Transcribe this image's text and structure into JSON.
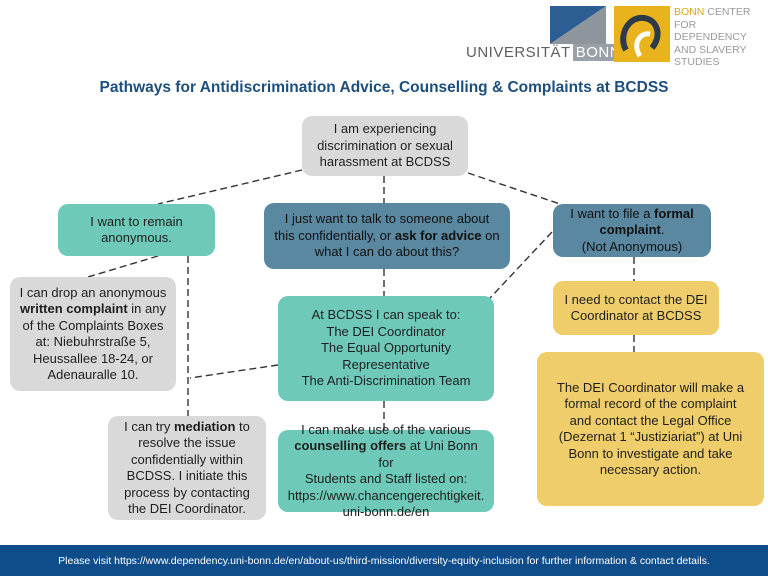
{
  "header": {
    "uni_logo_prefix": "UNIVERSITÄT",
    "uni_logo_highlight": "BONN",
    "center_logo_word1": "BONN",
    "center_logo_word2": "CENTER",
    "center_logo_line2": "FOR DEPENDENCY",
    "center_logo_line3": "AND SLAVERY",
    "center_logo_line4": "STUDIES"
  },
  "title": "Pathways for Antidiscrimination Advice, Counselling & Complaints at BCDSS",
  "nodes": {
    "start": {
      "l1": "I am experiencing",
      "l2": "discrimination or sexual",
      "l3": "harassment at BCDSS"
    },
    "anonymous": {
      "l1": "I want to remain",
      "l2": "anonymous."
    },
    "talk": {
      "l1": "I just want to talk to someone about",
      "l2a": "this confidentially, or ",
      "l2b": "ask for advice",
      "l2c": " on",
      "l3": "what I can do about this?"
    },
    "formal": {
      "l1a": "I want to file a ",
      "l1b": "formal",
      "l2a": "complaint",
      "l2b": ".",
      "l3": "(Not Anonymous)"
    },
    "drop": {
      "l1": "I can drop an anonymous",
      "l2a": "written complaint",
      "l2b": " in  any",
      "l3": "of the Complaints Boxes",
      "l4": "at: Niebuhrstraße 5,",
      "l5": "Heussallee 18-24, or",
      "l6": "Adenauralle 10."
    },
    "speak": {
      "l1": "At BCDSS I can speak to:",
      "l2": "The DEI Coordinator",
      "l3": "The Equal Opportunity",
      "l4": "Representative",
      "l5": "The Anti-Discrimination Team"
    },
    "contact_dei": {
      "l1": "I need to contact the DEI",
      "l2": "Coordinator at BCDSS"
    },
    "mediation": {
      "l1a": "I can try ",
      "l1b": "mediation",
      "l1c": " to",
      "l2": "resolve the issue",
      "l3": "confidentially within",
      "l4": "BCDSS. I initiate this",
      "l5": "process by contacting",
      "l6": "the DEI Coordinator."
    },
    "counselling": {
      "l1": "I can make use of the various",
      "l2a": "counselling offers",
      "l2b": " at Uni Bonn for",
      "l3": "Students and Staff listed on:",
      "l4": "https://www.chancengerechtigkeit.",
      "l5": "uni-bonn.de/en"
    },
    "record": {
      "l1": "The DEI Coordinator will make a",
      "l2": "formal record of the complaint",
      "l3": "and contact the Legal Office",
      "l4": "(Dezernat 1 “Justiziariat”) at Uni",
      "l5": "Bonn to investigate and take",
      "l6": "necessary action."
    }
  },
  "footer": "Please visit https://www.dependency.uni-bonn.de/en/about-us/third-mission/diversity-equity-inclusion for further information & contact details.",
  "colors": {
    "gray": "#d9d9d9",
    "teal": "#6ec9b9",
    "blue": "#5b88a1",
    "yellow": "#efcd6b",
    "title": "#1d4f7c",
    "footer": "#0f4c8a"
  }
}
